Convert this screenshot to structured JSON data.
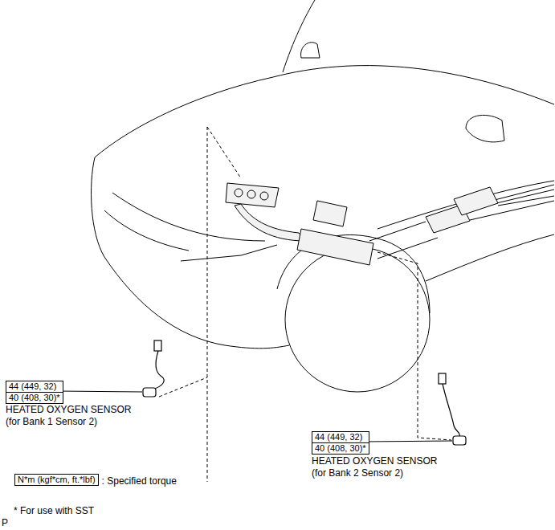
{
  "diagram": {
    "nodes": [
      {
        "text": [
          "44 (449, 32)",
          "40 (408, 30)*"
        ]
      },
      {
        "text": [
          "44 (449, 32)",
          "40 (408, 30)*"
        ]
      },
      {
        "text": [
          "N*m (kgf*cm, ft.*lbf)"
        ]
      }
    ],
    "labels": [
      "HEATED OXYGEN SENSOR",
      "(for Bank 1 Sensor 2)",
      "HEATED OXYGEN SENSOR",
      "(for Bank 2 Sensor 2)",
      ": Specified torque",
      "* For use with SST",
      "P"
    ]
  }
}
